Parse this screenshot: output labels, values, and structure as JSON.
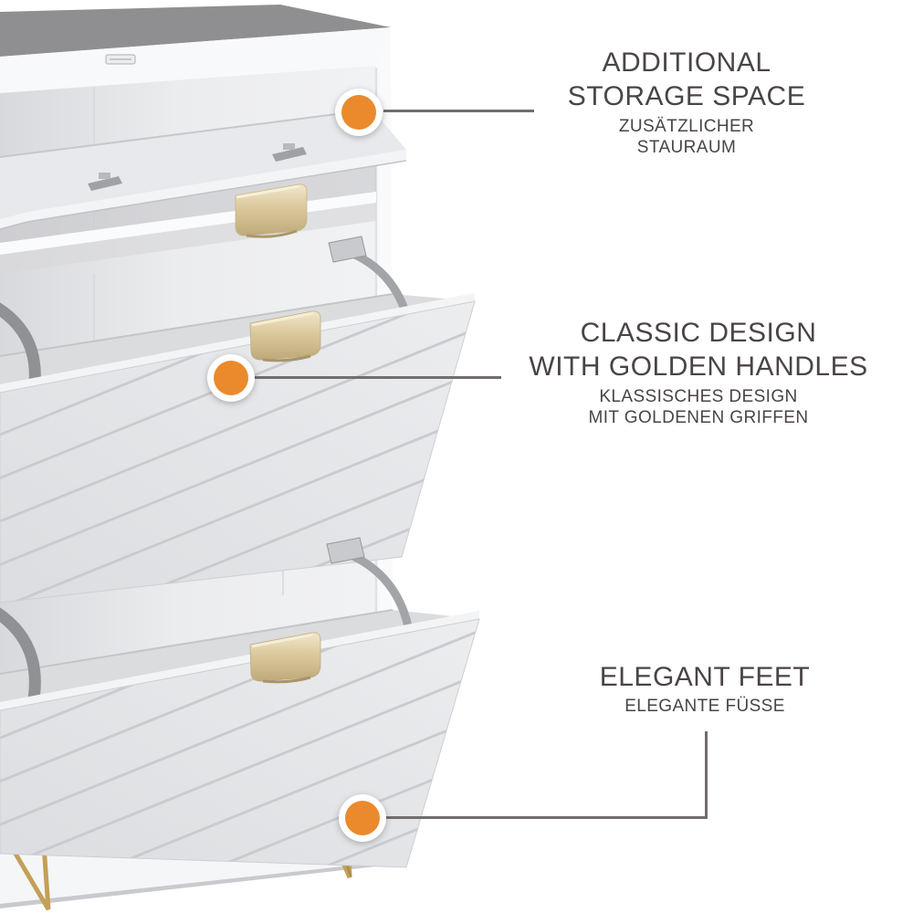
{
  "colors": {
    "background": "#ffffff",
    "hotspot_orange": "#EA8A2D",
    "hotspot_ring": "#ffffff",
    "callout_line": "#716D6E",
    "label_text": "#4B4445",
    "cabinet_top": "#8F8F91",
    "drawer_front": "#E6E8EA",
    "handle_gold": "#D9C79A",
    "feet_gold": "#C49F58"
  },
  "annotations": {
    "storage_space": {
      "title_lines": [
        "ADDITIONAL",
        "STORAGE SPACE"
      ],
      "subtitle_lines": [
        "ZUSÄTZLICHER",
        "STAURAUM"
      ]
    },
    "golden_handles": {
      "title_lines": [
        "CLASSIC DESIGN",
        "WITH GOLDEN HANDLES"
      ],
      "subtitle_lines": [
        "KLASSISCHES DESIGN",
        "MIT GOLDENEN GRIFFEN"
      ]
    },
    "elegant_feet": {
      "title_lines": [
        "ELEGANT FEET"
      ],
      "subtitle_lines": [
        "ELEGANTE FÜSSE"
      ]
    }
  }
}
